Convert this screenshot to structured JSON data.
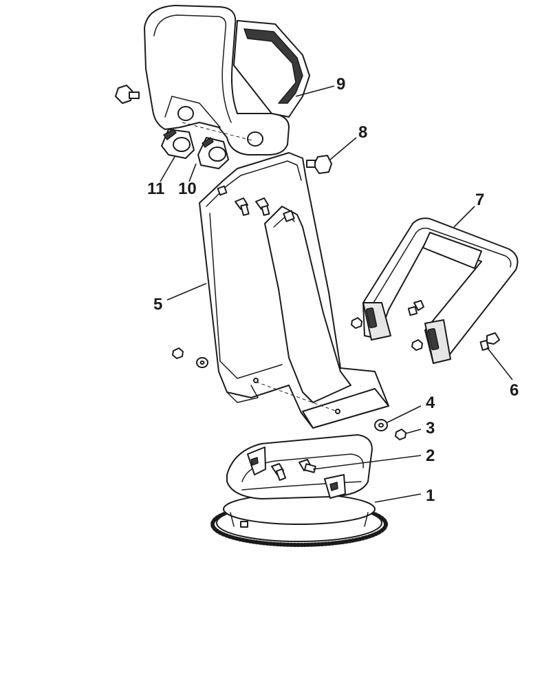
{
  "callouts": {
    "c1": "1",
    "c2": "2",
    "c3": "3",
    "c4": "4",
    "c5": "5",
    "c6": "6",
    "c7": "7",
    "c8": "8",
    "c9": "9",
    "c10": "10",
    "c11": "11"
  },
  "colors": {
    "line": "#1a1a1a",
    "fill": "#ffffff",
    "shade": "#e6e6e6"
  }
}
